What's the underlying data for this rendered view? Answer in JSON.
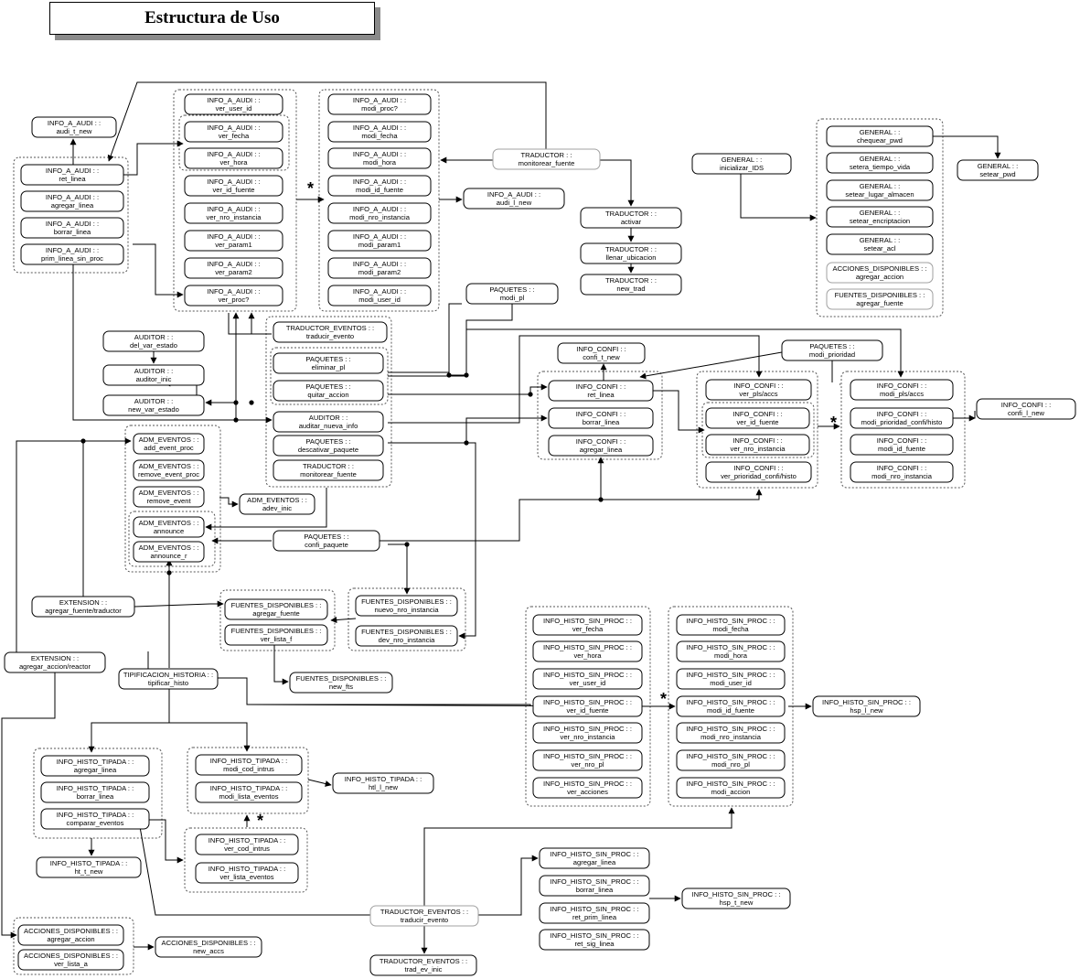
{
  "title": "Estructura de Uso",
  "colors": {
    "line": "#000000",
    "group_border": "#555555",
    "gray_node_border": "#a0a0a0"
  },
  "star": "*",
  "nodes": [
    {
      "id": "iaudi_audi_t_new",
      "l1": "INFO_A_AUDI : :",
      "l2": "audi_t_new"
    },
    {
      "id": "iaudi_ret_linea",
      "l1": "INFO_A_AUDI : :",
      "l2": "ret_linea"
    },
    {
      "id": "iaudi_agregar_linea",
      "l1": "INFO_A_AUDI : :",
      "l2": "agregar_linea"
    },
    {
      "id": "iaudi_borrar_linea",
      "l1": "INFO_A_AUDI : :",
      "l2": "borrar_linea"
    },
    {
      "id": "iaudi_prim_linea",
      "l1": "INFO_A_AUDI : :",
      "l2": "prim_linea_sin_proc"
    },
    {
      "id": "iaudi_ver_user_id",
      "l1": "INFO_A_AUDI : :",
      "l2": "ver_user_id"
    },
    {
      "id": "iaudi_ver_fecha",
      "l1": "INFO_A_AUDI : :",
      "l2": "ver_fecha"
    },
    {
      "id": "iaudi_ver_hora",
      "l1": "INFO_A_AUDI : :",
      "l2": "ver_hora"
    },
    {
      "id": "iaudi_ver_id_fuente",
      "l1": "INFO_A_AUDI : :",
      "l2": "ver_id_fuente"
    },
    {
      "id": "iaudi_ver_nro_instancia",
      "l1": "INFO_A_AUDI : :",
      "l2": "ver_nro_instancia"
    },
    {
      "id": "iaudi_ver_param1",
      "l1": "INFO_A_AUDI : :",
      "l2": "ver_param1"
    },
    {
      "id": "iaudi_ver_param2",
      "l1": "INFO_A_AUDI : :",
      "l2": "ver_param2"
    },
    {
      "id": "iaudi_ver_proc",
      "l1": "INFO_A_AUDI : :",
      "l2": "ver_proc?"
    },
    {
      "id": "iaudi_modi_proc",
      "l1": "INFO_A_AUDI : :",
      "l2": "modi_proc?"
    },
    {
      "id": "iaudi_modi_fecha",
      "l1": "INFO_A_AUDI : :",
      "l2": "modi_fecha"
    },
    {
      "id": "iaudi_modi_hora",
      "l1": "INFO_A_AUDI : :",
      "l2": "modi_hora"
    },
    {
      "id": "iaudi_modi_id_fuente",
      "l1": "INFO_A_AUDI : :",
      "l2": "modi_id_fuente"
    },
    {
      "id": "iaudi_modi_nro_instancia",
      "l1": "INFO_A_AUDI : :",
      "l2": "modi_nro_instancia"
    },
    {
      "id": "iaudi_modi_param1",
      "l1": "INFO_A_AUDI : :",
      "l2": "modi_param1"
    },
    {
      "id": "iaudi_modi_param2",
      "l1": "INFO_A_AUDI : :",
      "l2": "modi_param2"
    },
    {
      "id": "iaudi_modi_user_id",
      "l1": "INFO_A_AUDI : :",
      "l2": "modi_user_id"
    },
    {
      "id": "iaudi_audi_l_new",
      "l1": "INFO_A_AUDI : :",
      "l2": "audi_l_new"
    },
    {
      "id": "trad_monitorear_fuente",
      "l1": "TRADUCTOR : :",
      "l2": "monitorear_fuente"
    },
    {
      "id": "trad_activar",
      "l1": "TRADUCTOR : :",
      "l2": "activar"
    },
    {
      "id": "trad_llenar_ubicacion",
      "l1": "TRADUCTOR : :",
      "l2": "llenar_ubicacion"
    },
    {
      "id": "trad_new_trad",
      "l1": "TRADUCTOR : :",
      "l2": "new_trad"
    },
    {
      "id": "gen_inicializar_ids",
      "l1": "GENERAL : :",
      "l2": "inicializar_IDS"
    },
    {
      "id": "gen_chequear_pwd",
      "l1": "GENERAL : :",
      "l2": "chequear_pwd"
    },
    {
      "id": "gen_setear_tiempo_vida",
      "l1": "GENERAL : :",
      "l2": "setera_tiempo_vida"
    },
    {
      "id": "gen_setear_lugar_almacen",
      "l1": "GENERAL : :",
      "l2": "setear_lugar_almacen"
    },
    {
      "id": "gen_setear_encriptacion",
      "l1": "GENERAL : :",
      "l2": "setear_encriptacion"
    },
    {
      "id": "gen_setear_acl",
      "l1": "GENERAL : :",
      "l2": "setear_acl"
    },
    {
      "id": "accdisp_agregar_accion_top",
      "l1": "ACCIONES_DISPONIBLES : :",
      "l2": "agregar_accion"
    },
    {
      "id": "fdisp_agregar_fuente_top",
      "l1": "FUENTES_DISPONIBLES : :",
      "l2": "agregar_fuente"
    },
    {
      "id": "gen_setear_pwd",
      "l1": "GENERAL : :",
      "l2": "setear_pwd"
    },
    {
      "id": "paq_modi_pl",
      "l1": "PAQUETES : :",
      "l2": "modi_pl"
    },
    {
      "id": "aud_del_var_estado",
      "l1": "AUDITOR : :",
      "l2": "del_var_estado"
    },
    {
      "id": "aud_auditor_inic",
      "l1": "AUDITOR : :",
      "l2": "auditor_inic"
    },
    {
      "id": "aud_new_var_estado",
      "l1": "AUDITOR : :",
      "l2": "new_var_estado"
    },
    {
      "id": "trev_traducir_evento_mid",
      "l1": "TRADUCTOR_EVENTOS : :",
      "l2": "traducir_evento"
    },
    {
      "id": "paq_eliminar_pl",
      "l1": "PAQUETES : :",
      "l2": "eliminar_pl"
    },
    {
      "id": "paq_quitar_accion",
      "l1": "PAQUETES : :",
      "l2": "quitar_accion"
    },
    {
      "id": "aud_auditar_nueva_info",
      "l1": "AUDITOR : :",
      "l2": "auditar_nueva_info"
    },
    {
      "id": "paq_descativar_paquete",
      "l1": "PAQUETES : :",
      "l2": "descativar_paquete"
    },
    {
      "id": "trad_monitorear_fuente_2",
      "l1": "TRADUCTOR : :",
      "l2": "monitorear_fuente"
    },
    {
      "id": "iconfi_confi_t_new",
      "l1": "INFO_CONFI : :",
      "l2": "confi_t_new"
    },
    {
      "id": "paq_modi_prioridad",
      "l1": "PAQUETES : :",
      "l2": "modi_prioridad"
    },
    {
      "id": "iconfi_ret_linea",
      "l1": "INFO_CONFI : :",
      "l2": "ret_linea"
    },
    {
      "id": "iconfi_borrar_linea",
      "l1": "INFO_CONFI : :",
      "l2": "borrar_linea"
    },
    {
      "id": "iconfi_agregar_linea",
      "l1": "INFO_CONFI : :",
      "l2": "agregar_linea"
    },
    {
      "id": "iconfi_ver_pls_accs",
      "l1": "INFO_CONFI : :",
      "l2": "ver_pls/accs"
    },
    {
      "id": "iconfi_ver_id_fuente",
      "l1": "INFO_CONFI : :",
      "l2": "ver_id_fuente"
    },
    {
      "id": "iconfi_ver_nro_instancia",
      "l1": "INFO_CONFI : :",
      "l2": "ver_nro_instancia"
    },
    {
      "id": "iconfi_ver_prioridad",
      "l1": "INFO_CONFI : :",
      "l2": "ver_prioridad_confi/histo"
    },
    {
      "id": "iconfi_modi_pls_accs",
      "l1": "INFO_CONFI : :",
      "l2": "modi_pls/accs"
    },
    {
      "id": "iconfi_modi_prioridad",
      "l1": "INFO_CONFI : :",
      "l2": "modi_prioridad_confi/histo"
    },
    {
      "id": "iconfi_modi_id_fuente",
      "l1": "INFO_CONFI : :",
      "l2": "modi_id_fuente"
    },
    {
      "id": "iconfi_modi_nro_instancia",
      "l1": "INFO_CONFI : :",
      "l2": "modi_nro_instancia"
    },
    {
      "id": "iconfi_confi_l_new",
      "l1": "INFO_CONFI : :",
      "l2": "confi_l_new"
    },
    {
      "id": "admev_add_event_proc",
      "l1": "ADM_EVENTOS : :",
      "l2": "add_event_proc"
    },
    {
      "id": "admev_remove_event_proc",
      "l1": "ADM_EVENTOS : :",
      "l2": "remove_event_proc"
    },
    {
      "id": "admev_remove_event",
      "l1": "ADM_EVENTOS : :",
      "l2": "remove_event"
    },
    {
      "id": "admev_announce",
      "l1": "ADM_EVENTOS : :",
      "l2": "announce"
    },
    {
      "id": "admev_announce_r",
      "l1": "ADM_EVENTOS : :",
      "l2": "announce_r"
    },
    {
      "id": "admev_adev_inic",
      "l1": "ADM_EVENTOS : :",
      "l2": "adev_inic"
    },
    {
      "id": "paq_confi_paquete",
      "l1": "PAQUETES : :",
      "l2": "confi_paquete"
    },
    {
      "id": "ext_agregar_fuente_traductor",
      "l1": "EXTENSION : :",
      "l2": "agregar_fuente/traductor"
    },
    {
      "id": "fdisp_agregar_fuente",
      "l1": "FUENTES_DISPONIBLES : :",
      "l2": "agregar_fuente"
    },
    {
      "id": "fdisp_ver_lista_f",
      "l1": "FUENTES_DISPONIBLES : :",
      "l2": "ver_lista_f"
    },
    {
      "id": "fdisp_nuevo_nro_instancia",
      "l1": "FUENTES_DISPONIBLES : :",
      "l2": "nuevo_nro_instancia"
    },
    {
      "id": "fdisp_dev_nro_instancia",
      "l1": "FUENTES_DISPONIBLES : :",
      "l2": "dev_nro_instancia"
    },
    {
      "id": "fdisp_new_fts",
      "l1": "FUENTES_DISPONIBLES : :",
      "l2": "new_fts"
    },
    {
      "id": "ext_agregar_accion_reactor",
      "l1": "EXTENSION : :",
      "l2": "agregar_accion/reactor"
    },
    {
      "id": "tipif_tipificar_histo",
      "l1": "TIPIFICACION_HISTORIA : :",
      "l2": "tipificar_histo"
    },
    {
      "id": "ihsp_ver_fecha",
      "l1": "INFO_HISTO_SIN_PROC : :",
      "l2": "ver_fecha"
    },
    {
      "id": "ihsp_ver_hora",
      "l1": "INFO_HISTO_SIN_PROC : :",
      "l2": "ver_hora"
    },
    {
      "id": "ihsp_ver_user_id",
      "l1": "INFO_HISTO_SIN_PROC : :",
      "l2": "ver_user_id"
    },
    {
      "id": "ihsp_ver_id_fuente",
      "l1": "INFO_HISTO_SIN_PROC : :",
      "l2": "ver_id_fuente"
    },
    {
      "id": "ihsp_ver_nro_instancia",
      "l1": "INFO_HISTO_SIN_PROC : :",
      "l2": "ver_nro_instancia"
    },
    {
      "id": "ihsp_ver_nro_pl",
      "l1": "INFO_HISTO_SIN_PROC : :",
      "l2": "ver_nro_pl"
    },
    {
      "id": "ihsp_ver_acciones",
      "l1": "INFO_HISTO_SIN_PROC : :",
      "l2": "ver_acciones"
    },
    {
      "id": "ihsp_modi_fecha",
      "l1": "INFO_HISTO_SIN_PROC : :",
      "l2": "modi_fecha"
    },
    {
      "id": "ihsp_modi_hora",
      "l1": "INFO_HISTO_SIN_PROC : :",
      "l2": "modi_hora"
    },
    {
      "id": "ihsp_modi_user_id",
      "l1": "INFO_HISTO_SIN_PROC : :",
      "l2": "modi_user_id"
    },
    {
      "id": "ihsp_modi_id_fuente",
      "l1": "INFO_HISTO_SIN_PROC : :",
      "l2": "modi_id_fuente"
    },
    {
      "id": "ihsp_modi_nro_instancia",
      "l1": "INFO_HISTO_SIN_PROC : :",
      "l2": "modi_nro_instancia"
    },
    {
      "id": "ihsp_modi_nro_pl",
      "l1": "INFO_HISTO_SIN_PROC : :",
      "l2": "modi_nro_pl"
    },
    {
      "id": "ihsp_modi_accion",
      "l1": "INFO_HISTO_SIN_PROC : :",
      "l2": "modi_accion"
    },
    {
      "id": "ihsp_hsp_l_new",
      "l1": "INFO_HISTO_SIN_PROC : :",
      "l2": "hsp_l_new"
    },
    {
      "id": "iht_agregar_linea",
      "l1": "INFO_HISTO_TIPADA : :",
      "l2": "agregar_linea"
    },
    {
      "id": "iht_borrar_linea",
      "l1": "INFO_HISTO_TIPADA : :",
      "l2": "borrar_linea"
    },
    {
      "id": "iht_comparar_eventos",
      "l1": "INFO_HISTO_TIPADA : :",
      "l2": "comparar_eventos"
    },
    {
      "id": "iht_modi_cod_intrus",
      "l1": "INFO_HISTO_TIPADA : :",
      "l2": "modi_cod_intrus"
    },
    {
      "id": "iht_modi_lista_eventos",
      "l1": "INFO_HISTO_TIPADA : :",
      "l2": "modi_lista_eventos"
    },
    {
      "id": "iht_htl_l_new",
      "l1": "INFO_HISTO_TIPADA : :",
      "l2": "htl_l_new"
    },
    {
      "id": "iht_ver_cod_intrus",
      "l1": "INFO_HISTO_TIPADA : :",
      "l2": "ver_cod_intrus"
    },
    {
      "id": "iht_ver_lista_eventos",
      "l1": "INFO_HISTO_TIPADA : :",
      "l2": "ver_lista_eventos"
    },
    {
      "id": "iht_ht_t_new",
      "l1": "INFO_HISTO_TIPADA : :",
      "l2": "ht_t_new"
    },
    {
      "id": "ihsp_agregar_linea",
      "l1": "INFO_HISTO_SIN_PROC : :",
      "l2": "agregar_linea"
    },
    {
      "id": "ihsp_borrar_linea",
      "l1": "INFO_HISTO_SIN_PROC : :",
      "l2": "borrar_linea"
    },
    {
      "id": "ihsp_ret_prim_linea",
      "l1": "INFO_HISTO_SIN_PROC : :",
      "l2": "ret_prim_linea"
    },
    {
      "id": "ihsp_ret_sig_linea",
      "l1": "INFO_HISTO_SIN_PROC : :",
      "l2": "ret_sig_linea"
    },
    {
      "id": "ihsp_hsp_t_new",
      "l1": "INFO_HISTO_SIN_PROC : :",
      "l2": "hsp_t_new"
    },
    {
      "id": "trev_traducir_evento_bottom",
      "l1": "TRADUCTOR_EVENTOS : :",
      "l2": "traducir_evento"
    },
    {
      "id": "trev_trad_ev_inic",
      "l1": "TRADUCTOR_EVENTOS : :",
      "l2": "trad_ev_inic"
    },
    {
      "id": "accdisp_agregar_accion",
      "l1": "ACCIONES_DISPONIBLES : :",
      "l2": "agregar_accion"
    },
    {
      "id": "accdisp_ver_lista_a",
      "l1": "ACCIONES_DISPONIBLES : :",
      "l2": "ver_lista_a"
    },
    {
      "id": "accdisp_new_accs",
      "l1": "ACCIONES_DISPONIBLES : :",
      "l2": "new_accs"
    }
  ]
}
